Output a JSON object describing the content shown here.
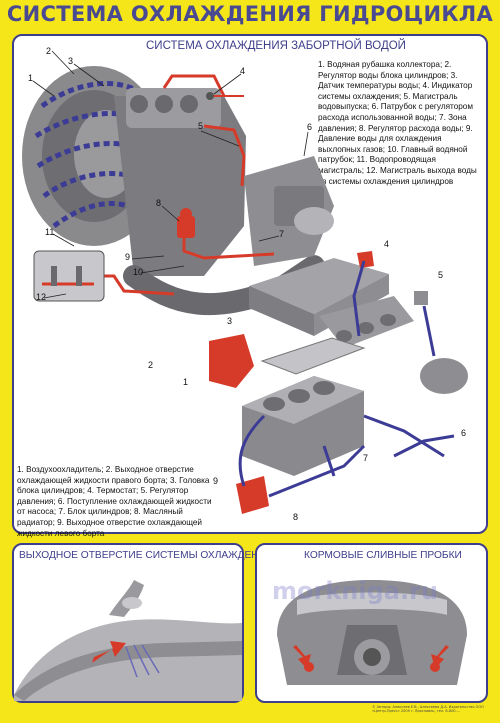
{
  "title": "СИСТЕМА ОХЛАЖДЕНИЯ ГИДРОЦИКЛА",
  "main_panel": {
    "heading": "СИСТЕМА ОХЛАЖДЕНИЯ ЗАБОРТНОЙ ВОДОЙ",
    "legend_top": "1. Водяная рубашка коллектора; 2. Регулятор воды блока цилиндров; 3. Датчик температуры воды; 4. Индикатор системы охлаждения; 5. Магистраль водовыпуска; 6. Патрубок с регулятором расхода использованной воды; 7. Зона давления; 8. Регулятор расхода воды; 9. Давление воды для охлаждения выхлопных газов; 10. Главный водяной патрубок; 11. Водопроводящая магистраль; 12. Магистраль выхода воды из системы охлаждения цилиндров",
    "legend_bottom": "1. Воздухоохладитель; 2. Выходное отверстие охлаждающей жидкости правого борта; 3. Головка блока цилиндров; 4. Термостат; 5. Регулятор давления; 6. Поступление охлаждающей жидкости от насоса; 7. Блок цилиндров; 8. Масляный радиатор; 9. Выходное отверстие охлаждающей жидкости левого борта",
    "callouts_top": [
      "1",
      "2",
      "3",
      "4",
      "5",
      "6",
      "7",
      "8",
      "9",
      "10",
      "11",
      "12"
    ],
    "callouts_bottom": [
      "1",
      "2",
      "3",
      "4",
      "5",
      "6",
      "7",
      "8",
      "9"
    ]
  },
  "left_panel": {
    "heading": "ВЫХОДНОЕ ОТВЕРСТИЕ СИСТЕМЫ ОХЛАЖДЕНИЯ"
  },
  "right_panel": {
    "heading": "КОРМОВЫЕ СЛИВНЫЕ ПРОБКИ"
  },
  "watermark": "morkniga.ru",
  "footer": "© Авторы: Алексеев Е.В., Алексеева Д.А. Издательство ООО «Центр-Пресс» 2009 г. Ярославль, тел. 8-800-..."
}
